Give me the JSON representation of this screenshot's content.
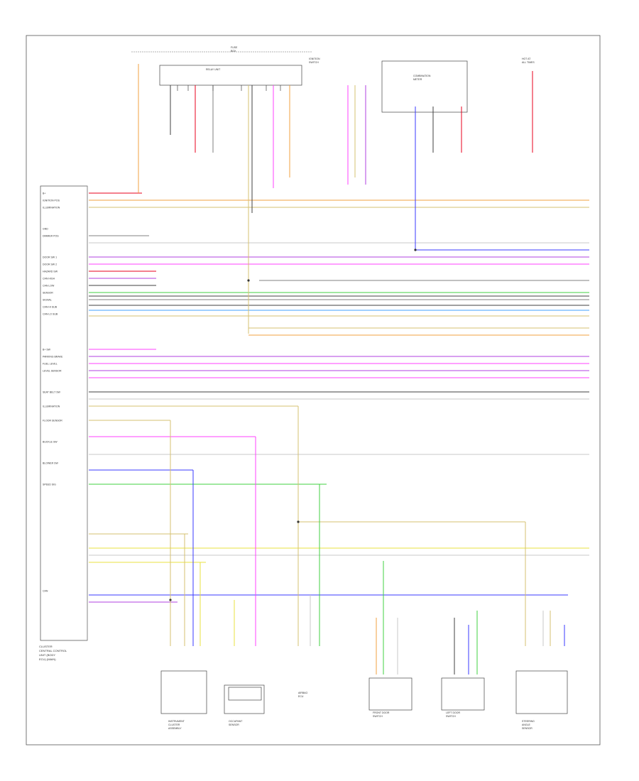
{
  "title": "",
  "module": {
    "name_lines": [
      "CLUSTER",
      "CENTRAL CONTROL",
      "UNIT (BODY",
      "ECU) (MAIN)"
    ]
  },
  "module_pin_labels": [
    "B+",
    "IGNITION POS",
    "ILLUMINATION",
    "",
    "GND",
    "DIMMER POS",
    "",
    "DOOR SW 1",
    "DOOR SW 2",
    "HAZARD SW",
    "CAN HIGH",
    "CAN LOW",
    "SENSOR",
    "SIGNAL",
    "CAN HI SUB",
    "CAN LO SUB",
    "",
    "",
    "B+ SW",
    "PARKING BRAKE",
    "FUEL LEVEL",
    "LEVEL SENSOR",
    "",
    "SEAT BELT SW",
    "",
    "ILLUMINATION",
    "FLOOR SENSOR",
    "BUCKLE SW",
    "BLOWER SW",
    "SPEED SIG",
    "CAN"
  ],
  "top_components": [
    {
      "id": "fuse-box",
      "lines": [
        "FUSE",
        "BOX"
      ]
    },
    {
      "id": "relay-unit",
      "lines": [
        "RELAY UNIT"
      ]
    },
    {
      "id": "ignition-sw",
      "lines": [
        "IGNITION",
        "SWITCH"
      ]
    },
    {
      "id": "combination-meter",
      "lines": [
        "COMBINATION",
        "METER"
      ]
    },
    {
      "id": "hot-at-all-times",
      "lines": [
        "HOT AT",
        "ALL TIMES"
      ]
    }
  ],
  "bottom_components": [
    {
      "id": "instrument-cluster",
      "lines": [
        "INSTRUMENT",
        "CLUSTER",
        "ASSEMBLY"
      ]
    },
    {
      "id": "occupant-sensor",
      "lines": [
        "OCCUPANT",
        "SENSOR"
      ]
    },
    {
      "id": "airbag-ecu",
      "lines": [
        "AIRBAG",
        "ECU"
      ]
    },
    {
      "id": "front-door-sw",
      "lines": [
        "FRONT DOOR",
        "SWITCH"
      ]
    },
    {
      "id": "left-door-sw",
      "lines": [
        "LEFT DOOR",
        "SWITCH"
      ]
    },
    {
      "id": "steering-sensor",
      "lines": [
        "STEERING",
        "ANGLE",
        "SENSOR"
      ]
    }
  ],
  "footer": "",
  "wire_colors": {
    "red": "#e8001c",
    "orange": "#f0a040",
    "tan": "#d6c070",
    "pink": "#ff40ff",
    "violet": "#b040e0",
    "blue": "#3a3aff",
    "gray": "#808080",
    "dark": "#404040",
    "green": "#40d040",
    "lightblue": "#40a0ff",
    "yellow": "#e8e040",
    "lightgray": "#c8c8c8"
  }
}
